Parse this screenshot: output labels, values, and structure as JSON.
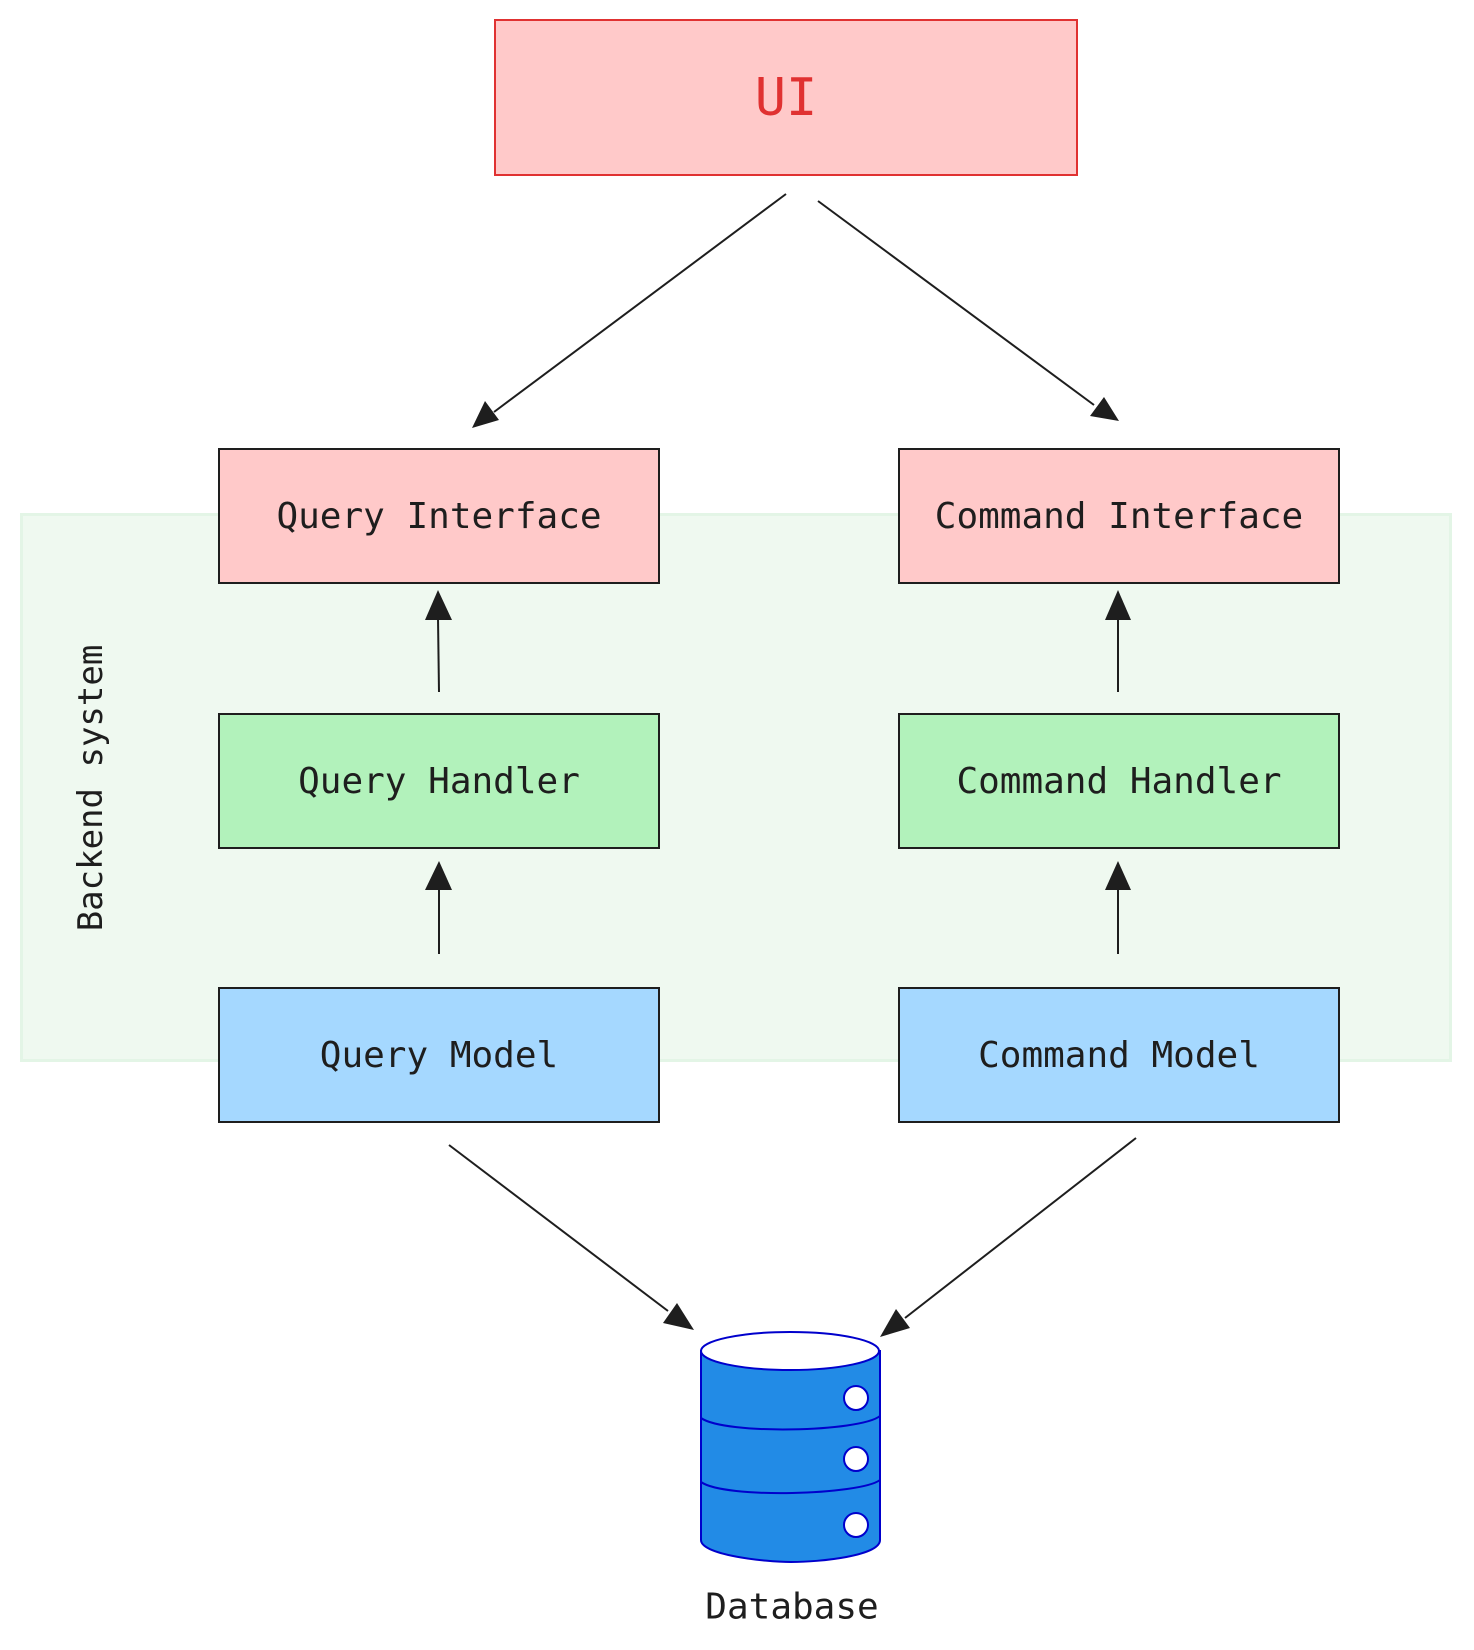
{
  "diagram": {
    "group": {
      "label": "Backend system"
    },
    "nodes": {
      "ui": "UI",
      "query_interface": "Query Interface",
      "command_interface": "Command Interface",
      "query_handler": "Query Handler",
      "command_handler": "Command Handler",
      "query_model": "Query Model",
      "command_model": "Command Model",
      "database": "Database"
    },
    "edges": [
      {
        "from": "UI",
        "to": "Query Interface"
      },
      {
        "from": "UI",
        "to": "Command Interface"
      },
      {
        "from": "Query Handler",
        "to": "Query Interface"
      },
      {
        "from": "Command Handler",
        "to": "Command Interface"
      },
      {
        "from": "Query Model",
        "to": "Query Handler"
      },
      {
        "from": "Command Model",
        "to": "Command Handler"
      },
      {
        "from": "Query Model",
        "to": "Database"
      },
      {
        "from": "Command Model",
        "to": "Database"
      }
    ],
    "colors": {
      "group_fill": "#eff9f0",
      "interface_fill": "#ffc9c9",
      "handler_fill": "#b2f2bb",
      "model_fill": "#a5d8ff",
      "ui_stroke": "#e03131",
      "database_fill": "#228be6",
      "database_stroke": "#0000cc"
    }
  }
}
